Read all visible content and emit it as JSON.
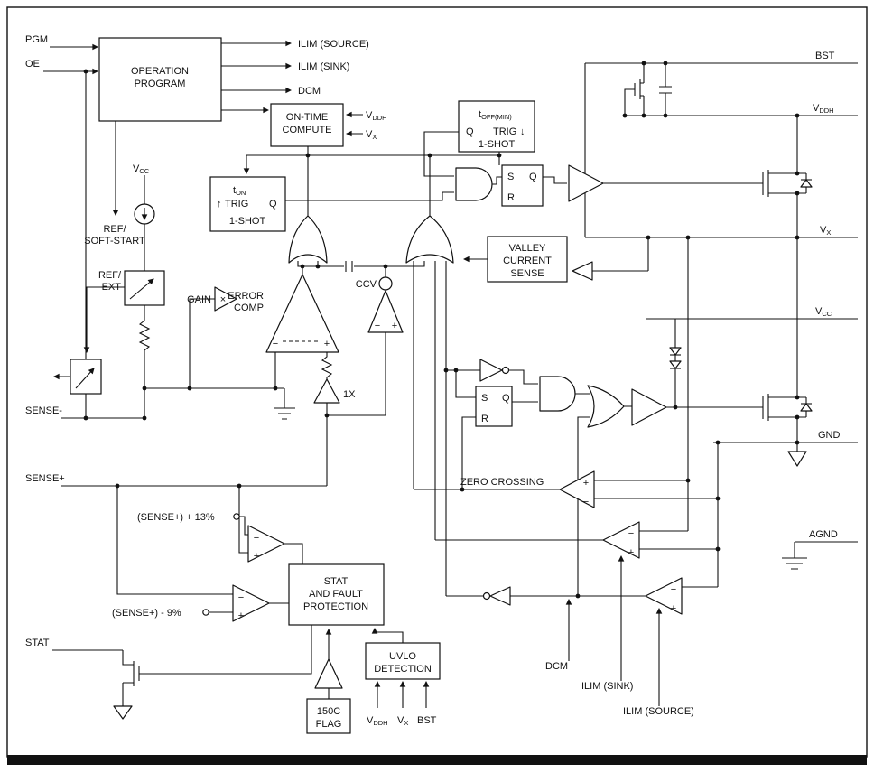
{
  "sym": {
    "plus": "+",
    "minus": "−",
    "times": "×",
    "up_arrow": "↑",
    "down_arrow": "↓"
  },
  "pins": {
    "pgm": "PGM",
    "oe": "OE",
    "sense_minus": "SENSE-",
    "sense_plus": "SENSE+",
    "stat": "STAT",
    "bst": "BST",
    "gnd": "GND",
    "agnd": "AGND",
    "v": "V",
    "sub_ddh": "DDH",
    "sub_x": "X",
    "sub_cc": "CC"
  },
  "signals": {
    "ilim_source": "ILIM (SOURCE)",
    "ilim_sink": "ILIM (SINK)",
    "dcm": "DCM",
    "zero_crossing": "ZERO CROSSING",
    "sense_plus_13": "(SENSE+) + 13%",
    "sense_minus_9": "(SENSE+) - 9%"
  },
  "blocks": {
    "operation_program": {
      "l1": "OPERATION",
      "l2": "PROGRAM"
    },
    "on_time": {
      "l1": "ON-TIME",
      "l2": "COMPUTE"
    },
    "toff": {
      "t": "t",
      "sub": "OFF(MIN)",
      "trig": "TRIG",
      "q": "Q",
      "shot": "1-SHOT"
    },
    "ton": {
      "t": "t",
      "sub": "ON",
      "trig": "TRIG",
      "q": "Q",
      "shot": "1-SHOT"
    },
    "latch": {
      "s": "S",
      "q": "Q",
      "r": "R"
    },
    "valley": {
      "l1": "VALLEY",
      "l2": "CURRENT",
      "l3": "SENSE"
    },
    "ref_soft": {
      "l1": "REF/",
      "l2": "SOFT-START"
    },
    "ref_ext": {
      "l1": "REF/",
      "l2": "EXT"
    },
    "gain": "GAIN",
    "error": {
      "l1": "ERROR",
      "l2": "COMP"
    },
    "ccv": "CCV",
    "one_x": "1X",
    "stat_fault": {
      "l1": "STAT",
      "l2": "AND FAULT",
      "l3": "PROTECTION"
    },
    "uvlo": {
      "l1": "UVLO",
      "l2": "DETECTION"
    },
    "flag": {
      "l1": "150C",
      "l2": "FLAG"
    }
  }
}
